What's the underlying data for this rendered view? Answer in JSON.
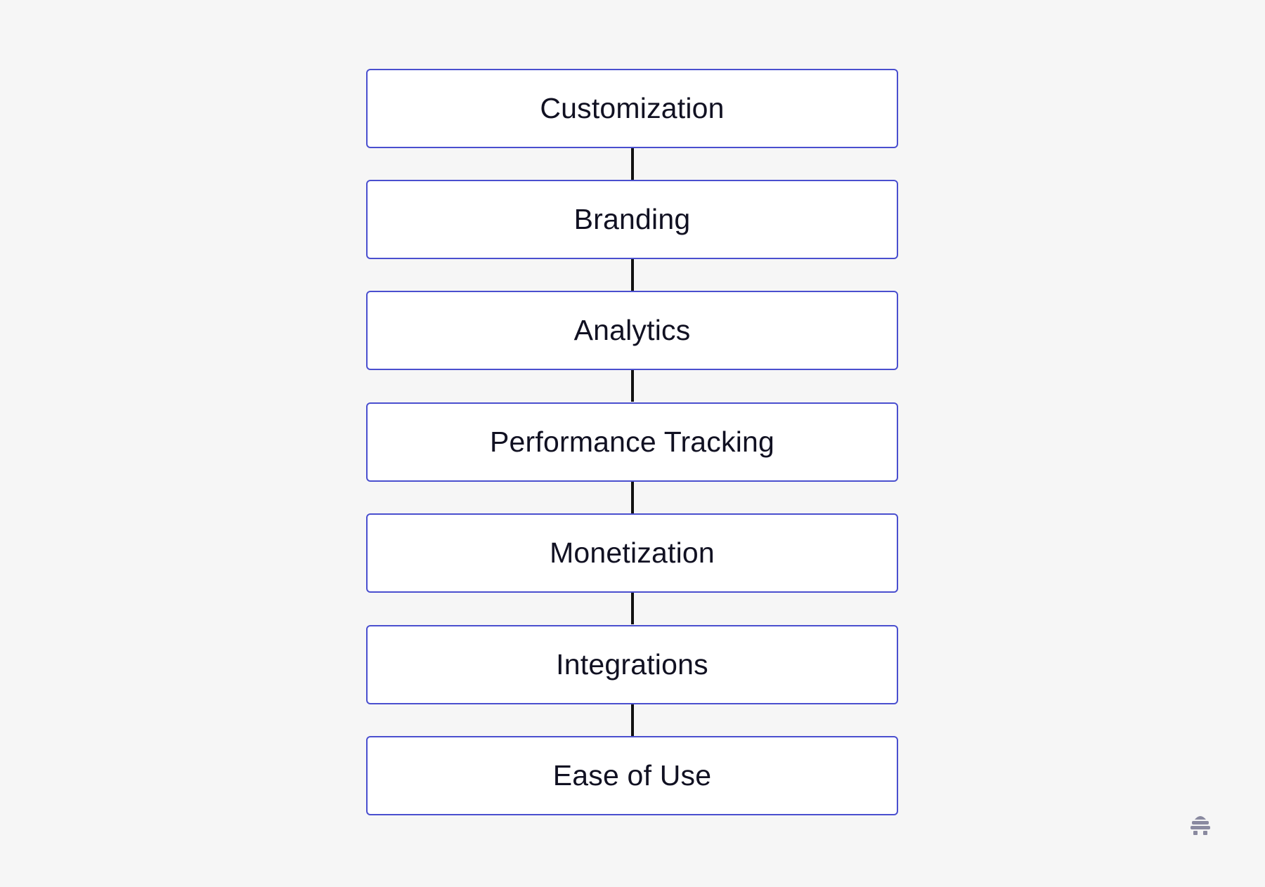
{
  "diagram": {
    "nodes": [
      {
        "id": "customization",
        "label": "Customization"
      },
      {
        "id": "branding",
        "label": "Branding"
      },
      {
        "id": "analytics",
        "label": "Analytics"
      },
      {
        "id": "performance-tracking",
        "label": "Performance Tracking"
      },
      {
        "id": "monetization",
        "label": "Monetization"
      },
      {
        "id": "integrations",
        "label": "Integrations"
      },
      {
        "id": "ease-of-use",
        "label": "Ease of Use"
      }
    ],
    "edges": [
      {
        "from": "customization",
        "to": "branding"
      },
      {
        "from": "branding",
        "to": "analytics"
      },
      {
        "from": "analytics",
        "to": "performance-tracking"
      },
      {
        "from": "performance-tracking",
        "to": "monetization"
      },
      {
        "from": "monetization",
        "to": "integrations"
      },
      {
        "from": "integrations",
        "to": "ease-of-use"
      }
    ]
  },
  "colors": {
    "background": "#f6f6f6",
    "box_fill": "#ffffff",
    "box_border": "#4a4fcf",
    "connector": "#111111",
    "text": "#111122",
    "logo": "#8a8aa0"
  },
  "logo": {
    "icon": "beehive-logo-icon"
  }
}
